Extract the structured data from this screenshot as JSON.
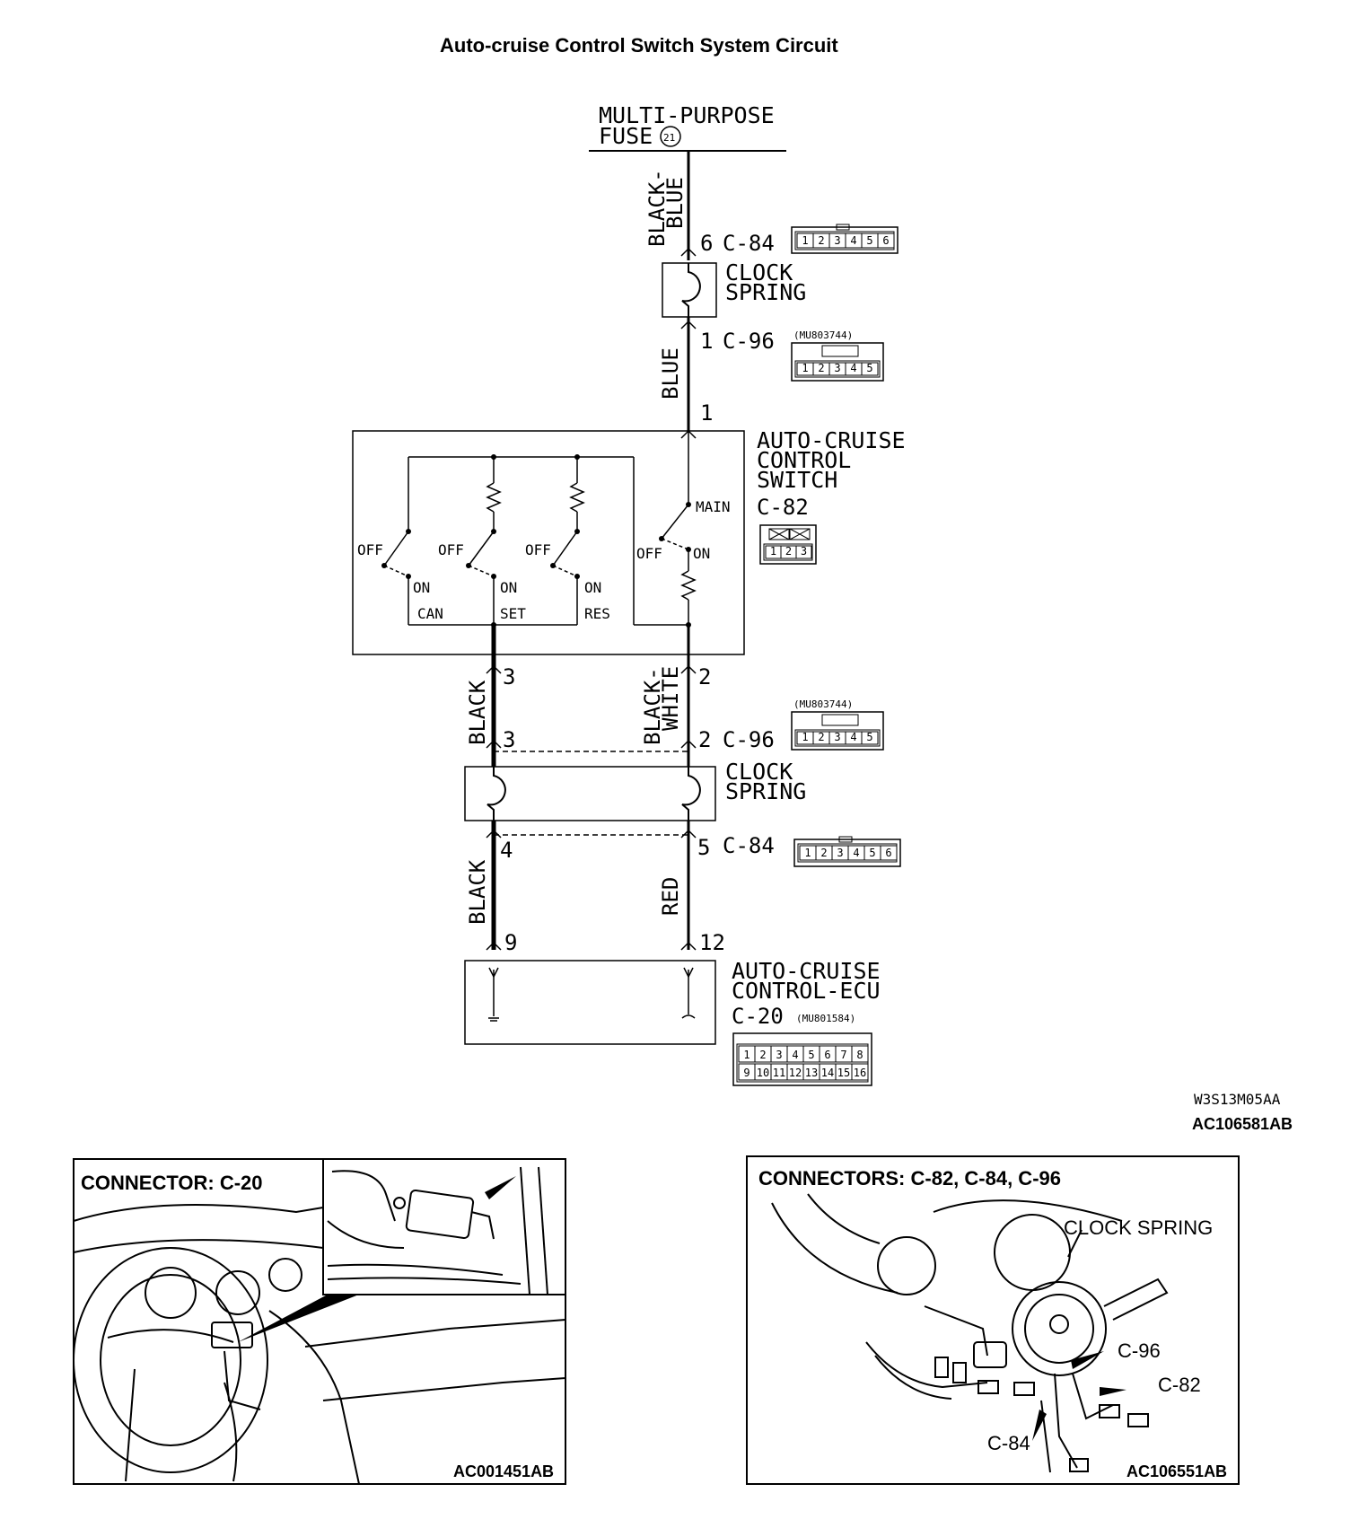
{
  "title": "Auto-cruise Control Switch System Circuit",
  "fuse": {
    "line1": "MULTI-PURPOSE",
    "line2": "FUSE",
    "number": "21"
  },
  "wires": {
    "black_blue_1": "BLACK-",
    "black_blue_2": "BLUE",
    "blue": "BLUE",
    "black_upper": "BLACK",
    "black_white_1": "BLACK-",
    "black_white_2": "WHITE",
    "black_lower": "BLACK",
    "red": "RED"
  },
  "connectors": {
    "c84_top": {
      "pin": "6",
      "name": "C-84",
      "pins": [
        "1",
        "2",
        "3",
        "4",
        "5",
        "6"
      ]
    },
    "c96_top": {
      "pin": "1",
      "name": "C-96",
      "part": "(MU803744)",
      "pins": [
        "1",
        "2",
        "3",
        "4",
        "5"
      ]
    },
    "c96_mid": {
      "name": "C-96",
      "part": "(MU803744)",
      "pins": [
        "1",
        "2",
        "3",
        "4",
        "5"
      ]
    },
    "c84_mid": {
      "name": "C-84",
      "pins": [
        "1",
        "2",
        "3",
        "4",
        "5",
        "6"
      ]
    },
    "c82": {
      "name": "C-82",
      "pins": [
        "1",
        "2",
        "3"
      ]
    },
    "c20": {
      "name": "C-20",
      "part": "(MU801584)",
      "pins_row1": [
        "1",
        "2",
        "3",
        "4",
        "5",
        "6",
        "7",
        "8"
      ],
      "pins_row2": [
        "9",
        "10",
        "11",
        "12",
        "13",
        "14",
        "15",
        "16"
      ]
    }
  },
  "pins": {
    "switch_in": "1",
    "switch_out_left": "3",
    "switch_out_right": "2",
    "spring_in_left": "3",
    "spring_in_right": "2",
    "spring_out_left": "4",
    "spring_out_right": "5",
    "ecu_left": "9",
    "ecu_right": "12"
  },
  "components": {
    "clock_spring_1": "CLOCK",
    "clock_spring_2": "SPRING",
    "switch_1": "AUTO-CRUISE",
    "switch_2": "CONTROL",
    "switch_3": "SWITCH",
    "ecu_1": "AUTO-CRUISE",
    "ecu_2": "CONTROL-ECU"
  },
  "switch_labels": {
    "off": "OFF",
    "on": "ON",
    "main": "MAIN",
    "can": "CAN",
    "set": "SET",
    "res": "RES"
  },
  "codes": {
    "figure_code": "W3S13M05AA",
    "figure_ref": "AC106581AB"
  },
  "insets": [
    {
      "title": "CONNECTOR: C-20",
      "ref": "AC001451AB"
    },
    {
      "title": "CONNECTORS: C-82, C-84, C-96",
      "ref": "AC106551AB",
      "clock_spring": "CLOCK SPRING",
      "labels": [
        "C-96",
        "C-82",
        "C-84"
      ]
    }
  ]
}
